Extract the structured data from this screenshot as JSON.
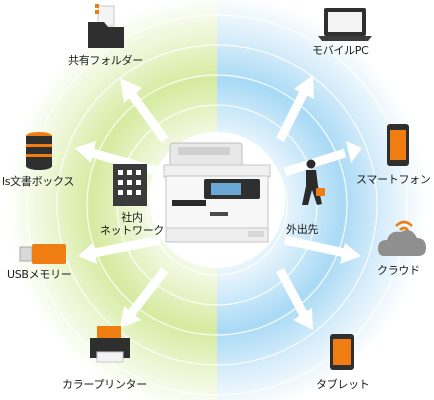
{
  "diagram": {
    "center": {
      "device_icon": "multifunction-printer-icon"
    },
    "internal_side": {
      "label_line1": "社内",
      "label_line2": "ネットワーク",
      "icon": "office-building-icon",
      "color": "#a8d34a"
    },
    "external_side": {
      "label": "外出先",
      "icon": "walking-person-icon",
      "color": "#58b6ea"
    },
    "left_destinations": [
      {
        "label": "共有フォルダー",
        "icon": "shared-folder-icon"
      },
      {
        "label": "ls文書ボックス",
        "icon": "document-box-icon"
      },
      {
        "label": "USBメモリー",
        "icon": "usb-memory-icon"
      },
      {
        "label": "カラープリンター",
        "icon": "color-printer-icon"
      }
    ],
    "right_destinations": [
      {
        "label": "モバイルPC",
        "icon": "laptop-icon"
      },
      {
        "label": "スマートフォン",
        "icon": "smartphone-icon"
      },
      {
        "label": "クラウド",
        "icon": "cloud-icon"
      },
      {
        "label": "タブレット",
        "icon": "tablet-icon"
      }
    ],
    "accent_colors": {
      "orange": "#ef7d12",
      "dark": "#333333"
    }
  }
}
